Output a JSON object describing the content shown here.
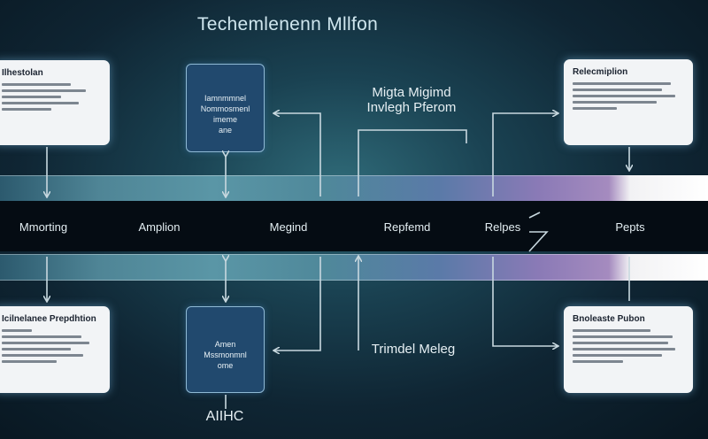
{
  "title": "Techemlenenn Mllfon",
  "top_annotation": {
    "line1": "Migta Migimd",
    "line2": "Invlegh Pferom"
  },
  "bottom_annotation": "Trimdel Meleg",
  "bottom_node_label": "AIIHC",
  "bar_labels": [
    "Mmorting",
    "Amplion",
    "Megind",
    "Repfemd",
    "Relpes",
    "Pepts"
  ],
  "cards": {
    "top_left_title": "Ilhestolan",
    "top_right_title": "Relecmiplion",
    "bottom_left_title": "Icilnelanee Prepdhtion",
    "bottom_right_title": "Bnoleaste Pubon"
  },
  "nodes": {
    "top_lines": [
      "Iamnmmnel",
      "Nommosmenl",
      "imeme",
      "ane"
    ],
    "bottom_lines": [
      "Amen",
      "Mssmonmnl",
      "ome"
    ]
  },
  "colors": {
    "bar": "#050c13",
    "node": "#21496e",
    "card": "#f2f4f6",
    "arrow": "#c8d8df"
  }
}
